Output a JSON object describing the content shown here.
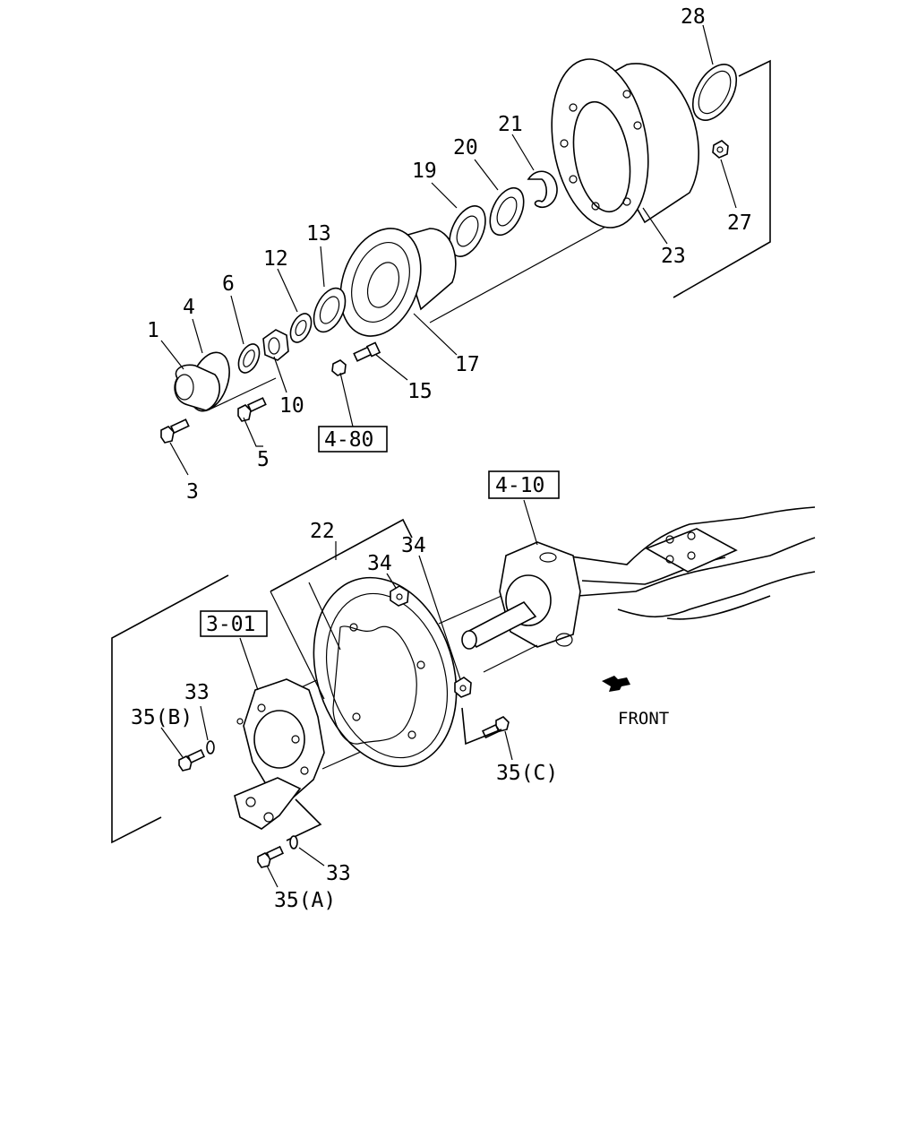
{
  "callouts": {
    "c1": "1",
    "c3": "3",
    "c4": "4",
    "c5": "5",
    "c6": "6",
    "c10": "10",
    "c12": "12",
    "c13": "13",
    "c15": "15",
    "c17": "17",
    "c19": "19",
    "c20": "20",
    "c21": "21",
    "c22": "22",
    "c23": "23",
    "c27": "27",
    "c28": "28",
    "c33a": "33",
    "c33b": "33",
    "c34a": "34",
    "c34b": "34",
    "c35a": "35(A)",
    "c35b": "35(B)",
    "c35c": "35(C)"
  },
  "refs": {
    "r480": "4-80",
    "r410": "4-10",
    "r301": "3-01"
  },
  "direction": {
    "front": "FRONT"
  }
}
